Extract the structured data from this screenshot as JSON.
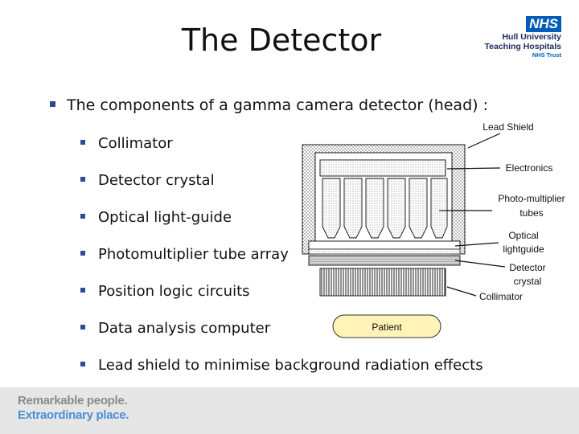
{
  "title": "The Detector",
  "logo": {
    "badge": "NHS",
    "line1": "Hull University",
    "line2": "Teaching Hospitals",
    "line3": "NHS Trust"
  },
  "main_bullet": "The components of a gamma camera detector (head) :",
  "sub_bullets": [
    "Collimator",
    "Detector crystal",
    "Optical light-guide",
    "Photomultiplier tube array",
    "Position logic circuits",
    "Data analysis computer",
    "Lead shield to minimise background radiation effects"
  ],
  "diagram": {
    "labels": {
      "lead_shield": "Lead Shield",
      "electronics": "Electronics",
      "pmt_line1": "Photo-multiplier",
      "pmt_line2": "tubes",
      "lightguide_line1": "Optical",
      "lightguide_line2": "lightguide",
      "crystal_line1": "Detector",
      "crystal_line2": "crystal",
      "collimator": "Collimator",
      "patient": "Patient"
    },
    "colors": {
      "patient_fill": "#fff3b8",
      "frame": "#222222"
    }
  },
  "footer": {
    "line1": "Remarkable people.",
    "line2": "Extraordinary place."
  }
}
